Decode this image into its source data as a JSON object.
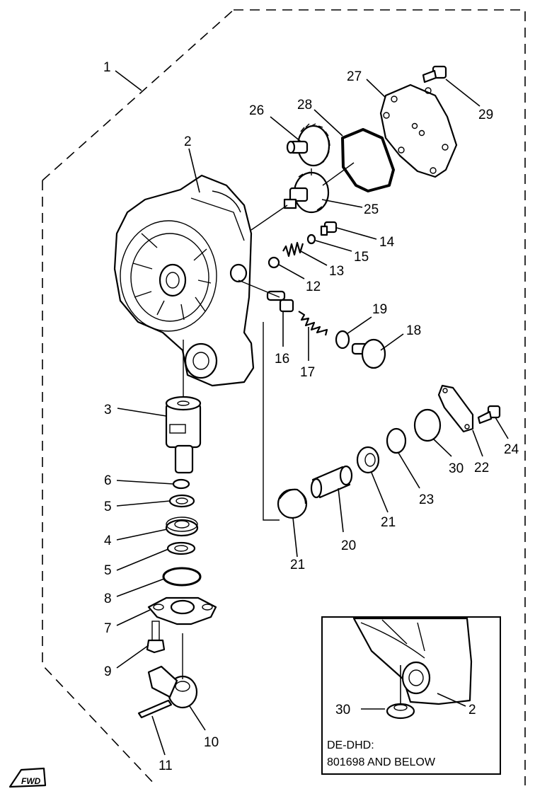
{
  "part_labels": [
    "1",
    "2",
    "3",
    "4",
    "5",
    "5",
    "6",
    "7",
    "8",
    "9",
    "10",
    "11",
    "12",
    "13",
    "14",
    "15",
    "16",
    "17",
    "18",
    "19",
    "20",
    "21",
    "21",
    "22",
    "23",
    "24",
    "25",
    "26",
    "27",
    "28",
    "29",
    "30",
    "30",
    "2"
  ],
  "inset": {
    "line1": "DE-DHD:",
    "line2": "801698 AND BELOW"
  },
  "direction_mark": "FWD"
}
